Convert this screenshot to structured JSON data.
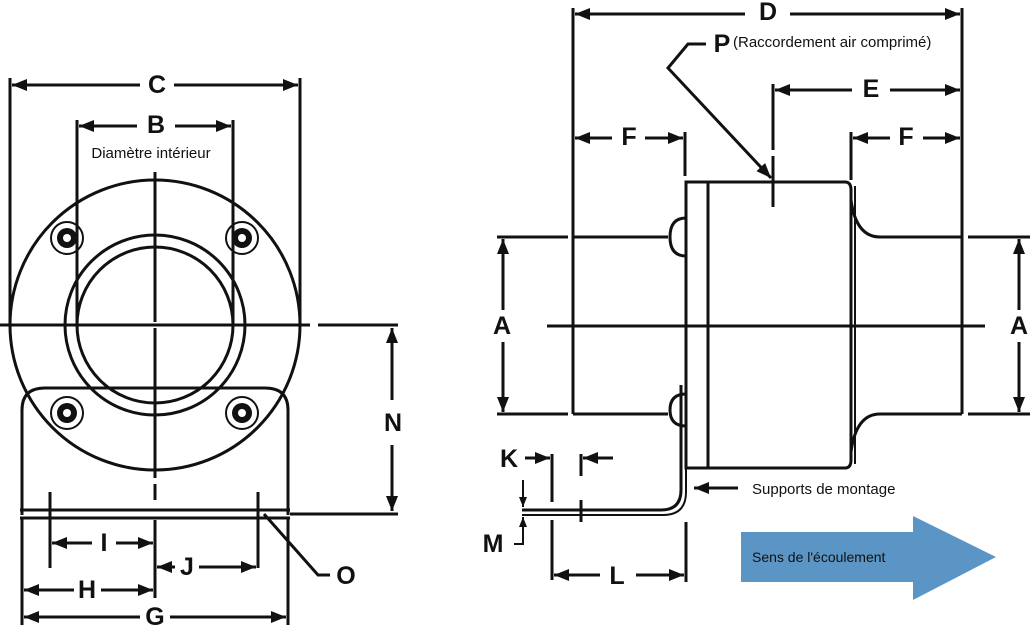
{
  "front_view": {
    "dim_c": "C",
    "dim_b": "B",
    "bore_label": "Diamètre intérieur",
    "dim_n": "N",
    "dim_i": "I",
    "dim_j": "J",
    "dim_h": "H",
    "dim_g": "G",
    "dim_o": "O"
  },
  "side_view": {
    "dim_d": "D",
    "dim_p": "P",
    "air_connection_label": "(Raccordement air comprimé)",
    "dim_e": "E",
    "dim_f_left": "F",
    "dim_f_right": "F",
    "dim_a_left": "A",
    "dim_a_right": "A",
    "dim_k": "K",
    "dim_m": "M",
    "dim_l": "L",
    "mounting_label": "Supports de montage"
  },
  "flow_arrow": {
    "label": "Sens de l'écoulement",
    "color": "#5b95c5"
  }
}
